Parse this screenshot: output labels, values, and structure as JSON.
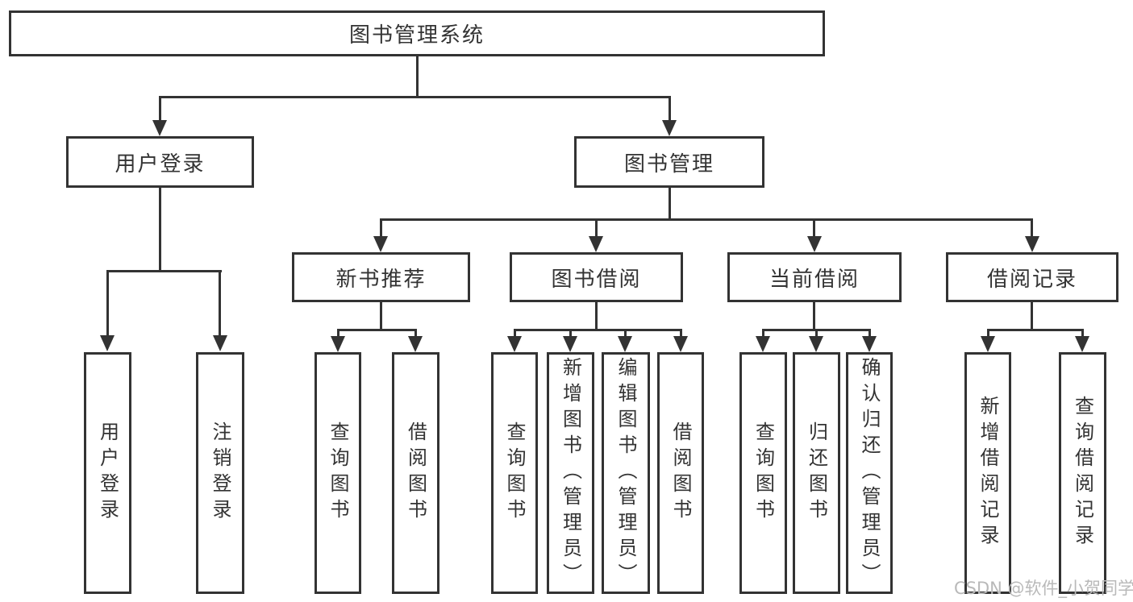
{
  "nodes": {
    "root": "图书管理系统",
    "level2": [
      "用户登录",
      "图书管理"
    ],
    "level3": [
      "新书推荐",
      "图书借阅",
      "当前借阅",
      "借阅记录"
    ],
    "leaves_user_login": [
      "用户登录",
      "注销登录"
    ],
    "leaves_new_book": [
      "查询图书",
      "借阅图书"
    ],
    "leaves_book_borrow": [
      "查询图书",
      "新增图书（管理员）",
      "编辑图书（管理员）",
      "借阅图书"
    ],
    "leaves_current_borrow": [
      "查询图书",
      "归还图书",
      "确认归还（管理员）"
    ],
    "leaves_borrow_record": [
      "新增借阅记录",
      "查询借阅记录"
    ]
  },
  "watermark": "CSDN @软件_小贺同学",
  "colors": {
    "line": "#333333",
    "text": "#333333",
    "box_background": "#ffffff",
    "page_background": "#ffffff",
    "watermark": "#b9b9b9"
  }
}
